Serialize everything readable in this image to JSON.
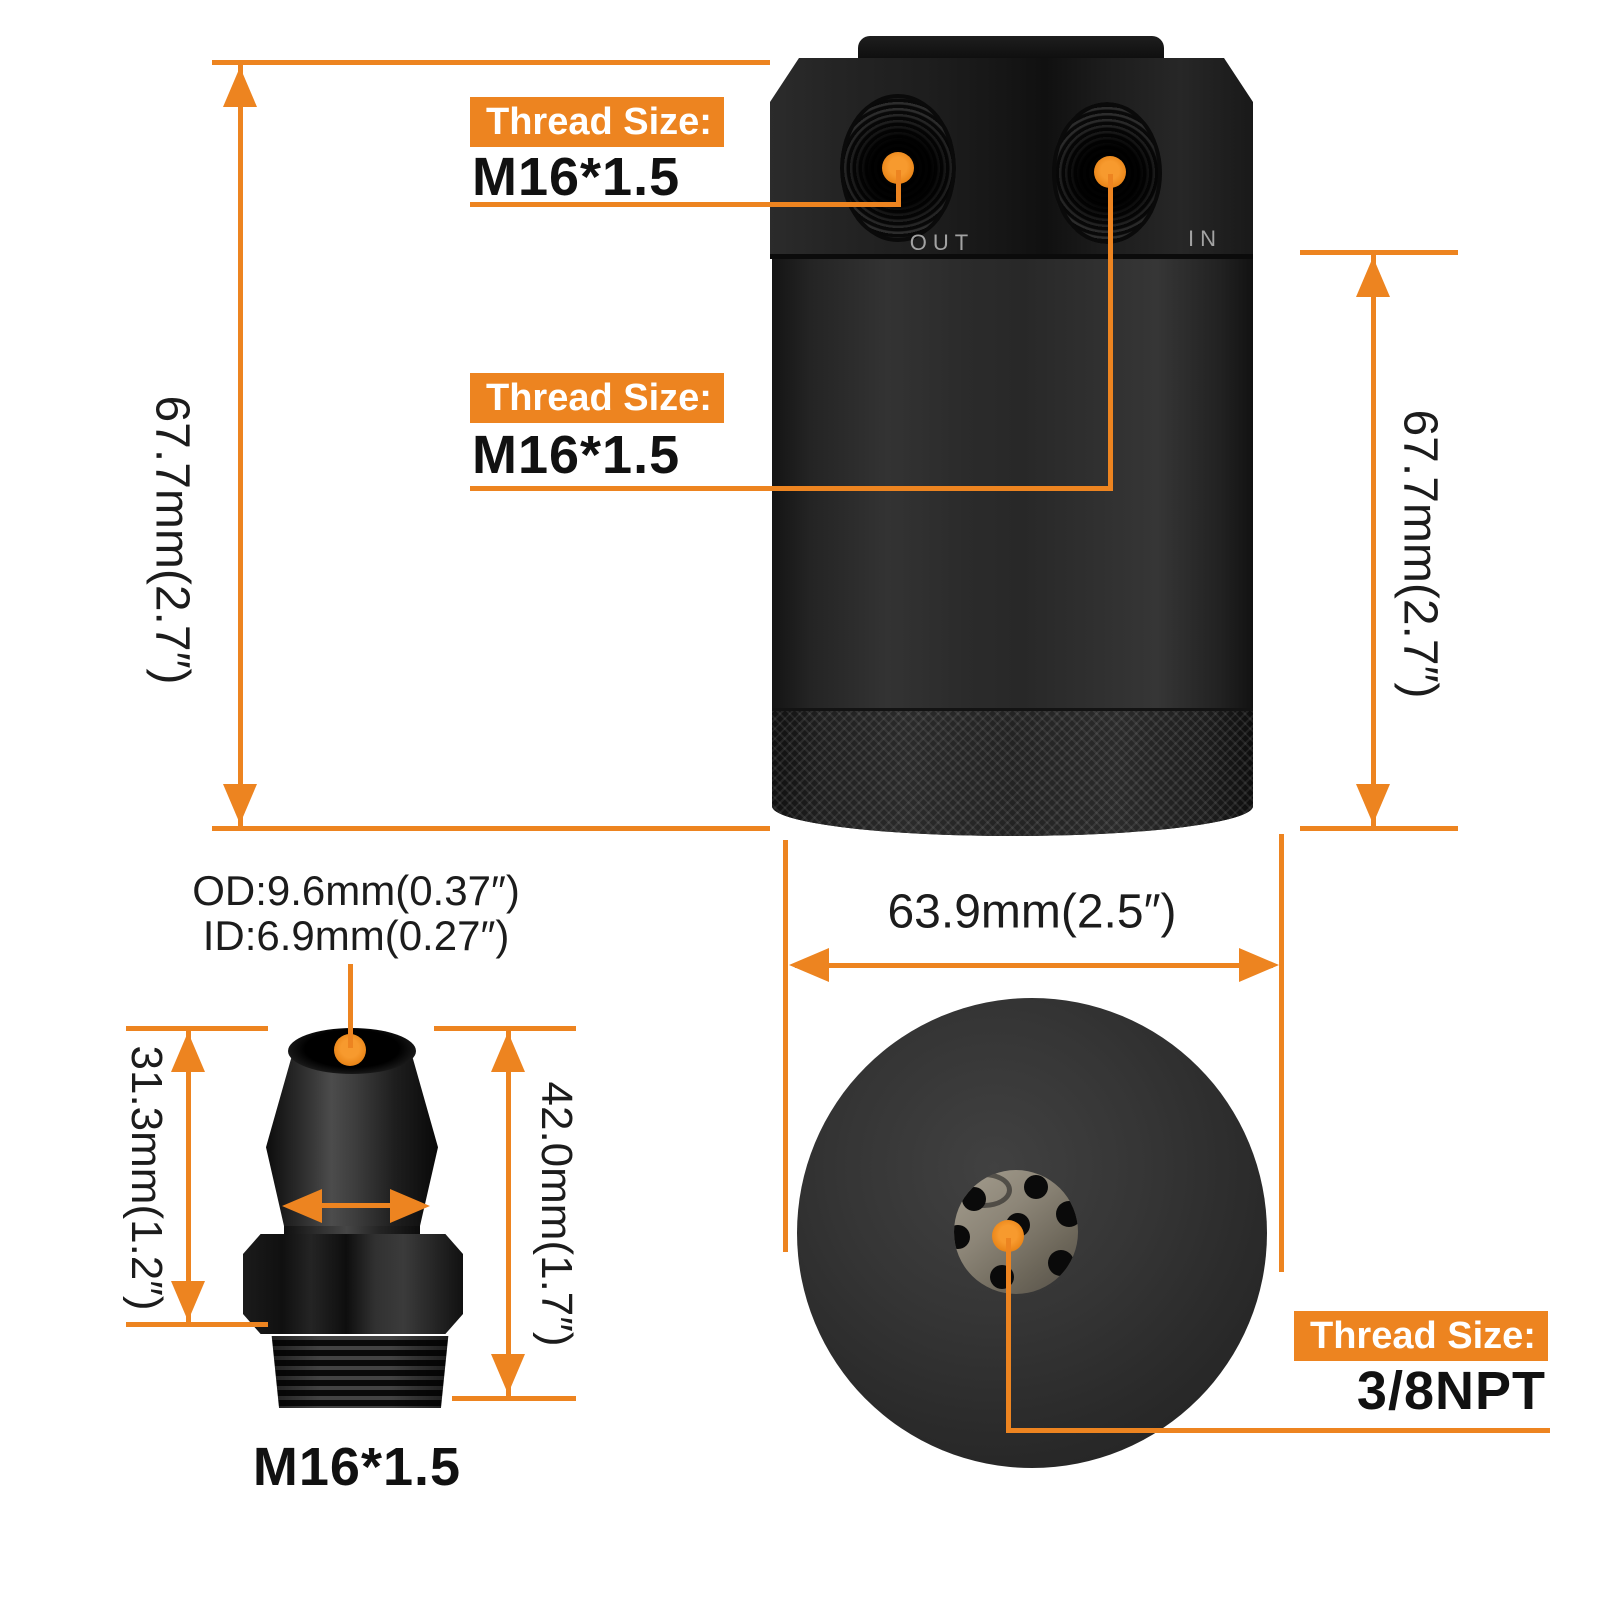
{
  "accent": "#ED8420",
  "canister": {
    "out_label": "OUT",
    "in_label": "IN"
  },
  "callouts": {
    "out_thread": {
      "title": "Thread Size:",
      "value": "M16*1.5"
    },
    "in_thread": {
      "title": "Thread Size:",
      "value": "M16*1.5"
    },
    "drain_thread": {
      "title": "Thread Size:",
      "value": "3/8NPT"
    }
  },
  "dimensions": {
    "body_height_left": "67.7mm(2.7″)",
    "body_height_right": "67.7mm(2.7″)",
    "body_diameter": "63.9mm(2.5″)",
    "fitting_od": "OD:9.6mm(0.37″)",
    "fitting_id": "ID:6.9mm(0.27″)",
    "fitting_barb_height": "31.3mm(1.2″)",
    "fitting_total_height": "42.0mm(1.7″)",
    "fitting_thread": "M16*1.5"
  }
}
